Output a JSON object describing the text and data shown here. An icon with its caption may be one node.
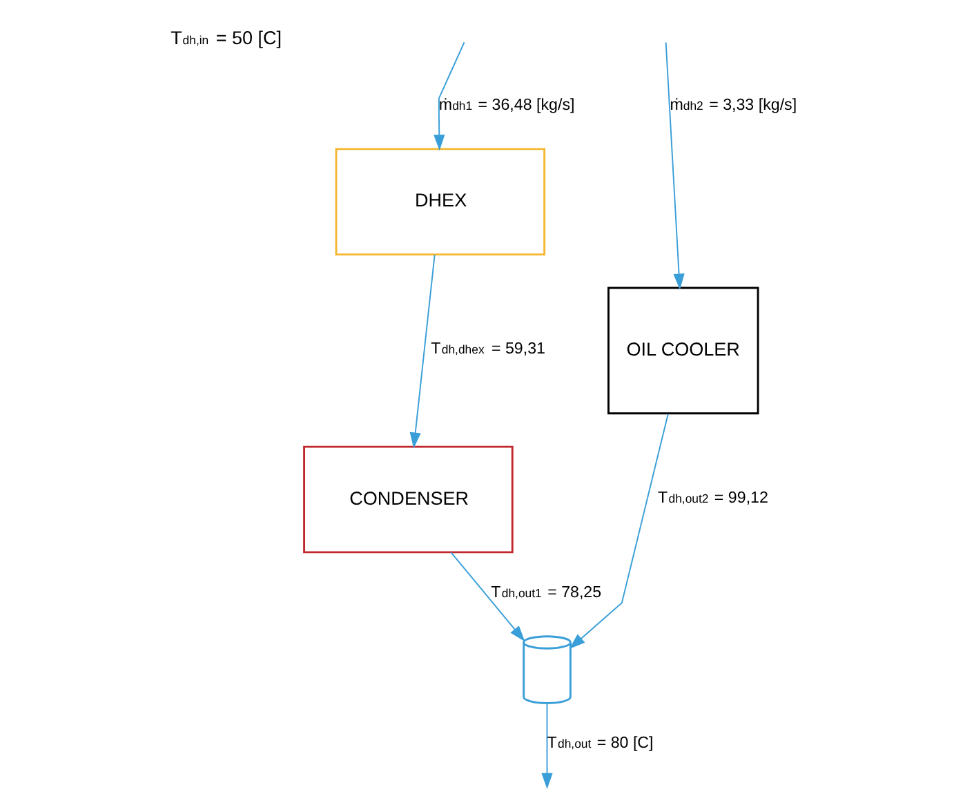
{
  "diagram": {
    "nodes": [
      {
        "text": [
          "DHEX"
        ]
      },
      {
        "text": [
          "CONDENSER"
        ]
      },
      {
        "text": [
          "OIL COOLER"
        ]
      },
      {
        "text": [],
        "shape": "cylinder"
      }
    ],
    "edges": [
      {
        "from": null,
        "to": 0,
        "arrow": "to",
        "label": "ṁ$_{dh1}$ = 36,48 [kg/s]"
      },
      {
        "from": null,
        "to": 2,
        "arrow": "to",
        "label": "ṁ$_{dh2}$ = 3,33 [kg/s]"
      },
      {
        "from": 0,
        "to": 1,
        "arrow": "to",
        "label": "T$_{dh,dhex}$ = 59,31"
      },
      {
        "from": 1,
        "to": 3,
        "arrow": "to",
        "label": "T$_{dh,out1}$ = 78,25"
      },
      {
        "from": 2,
        "to": 3,
        "arrow": "to",
        "label": "T$_{dh,out2}$ = 99,12"
      },
      {
        "from": 3,
        "to": null,
        "arrow": "to",
        "label": "T$_{dh,out}$ = 80 [C]"
      }
    ],
    "labels": [
      "T$_{dh,in}$ = 50 [C]"
    ]
  }
}
